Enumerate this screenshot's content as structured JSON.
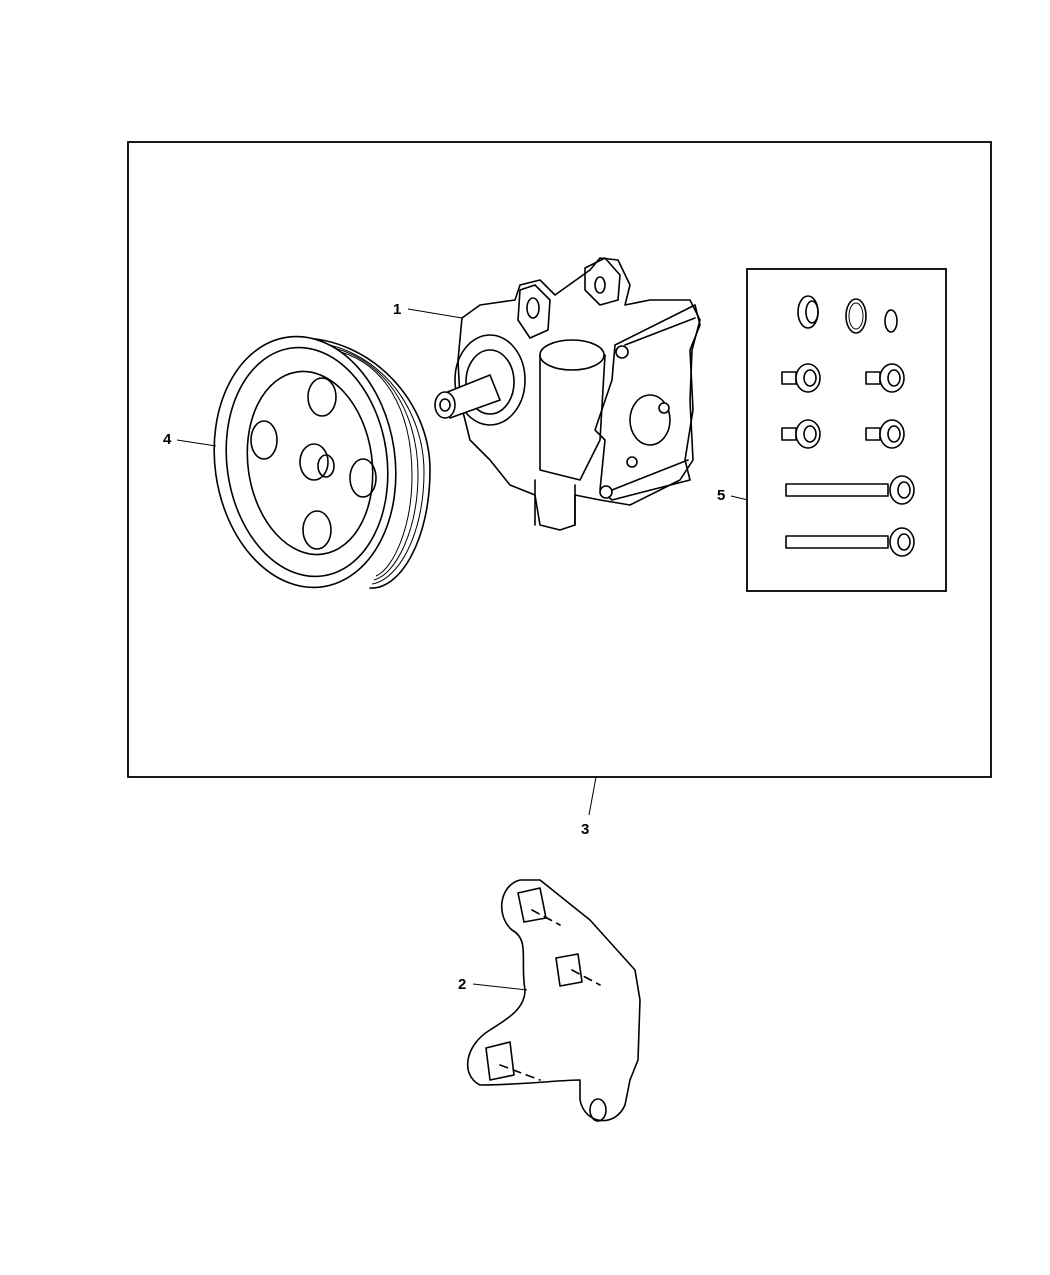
{
  "diagram": {
    "callouts": {
      "pump": "1",
      "bracket": "2",
      "pump_assembly": "3",
      "pulley": "4",
      "hardware_kit": "5"
    }
  }
}
